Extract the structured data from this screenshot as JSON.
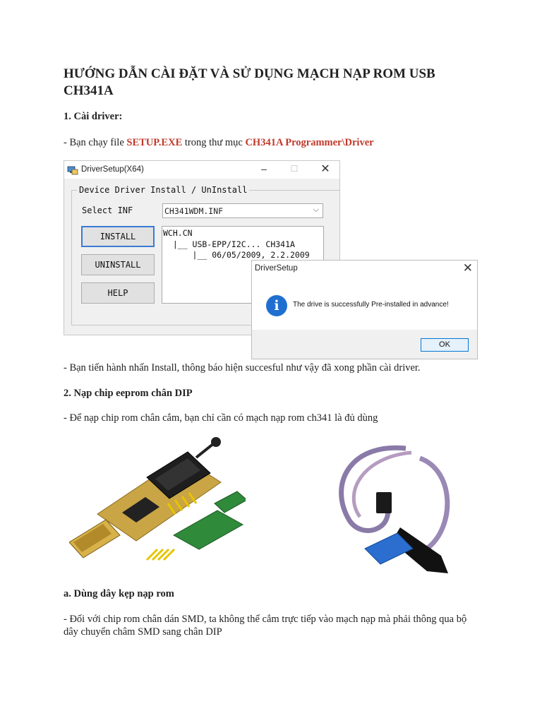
{
  "title": "HƯỚNG DẪN CÀI ĐẶT VÀ SỬ DỤNG MẠCH NẠP ROM USB CH341A",
  "section1": {
    "heading": "1. Cài driver:",
    "line_prefix": "- Bạn chạy file ",
    "file": "SETUP.EXE",
    "line_mid": " trong thư mục ",
    "folder": "CH341A Programmer\\Driver",
    "after": "- Bạn tiến hành nhấn Install, thông báo hiện succesful như vậy đã xong phần cài driver."
  },
  "driver_dialog": {
    "title": "DriverSetup(X64)",
    "group_label": "Device Driver Install / UnInstall",
    "select_label": "Select INF",
    "inf_value": "CH341WDM.INF",
    "buttons": {
      "install": "INSTALL",
      "uninstall": "UNINSTALL",
      "help": "HELP"
    },
    "info_lines": [
      "WCH.CN",
      "  |__ USB-EPP/I2C... CH341A",
      "      |__ 06/05/2009, 2.2.2009"
    ]
  },
  "message_box": {
    "title": "DriverSetup",
    "text": "The drive is successfully Pre-installed in advance!",
    "ok": "OK"
  },
  "section2": {
    "heading": "2. Nạp chip eeprom chân DIP",
    "text": "- Để nạp chip rom chân cắm, bạn chỉ cần có mạch nạp rom ch341 là đủ dùng"
  },
  "section_a": {
    "heading": "a. Dùng dây kẹp nạp rom",
    "text": "- Đối với chip rom chân dán SMD, ta không thể cắm trực tiếp vào mạch nạp mà phải thông qua bộ dây chuyển châm SMD sang chân DIP"
  },
  "colors": {
    "accent_red": "#c0392b",
    "info_blue": "#1f6fd0"
  },
  "icons": [
    "app-icon",
    "minimize-icon",
    "maximize-icon",
    "close-icon",
    "dropdown-arrow-icon",
    "info-icon"
  ]
}
